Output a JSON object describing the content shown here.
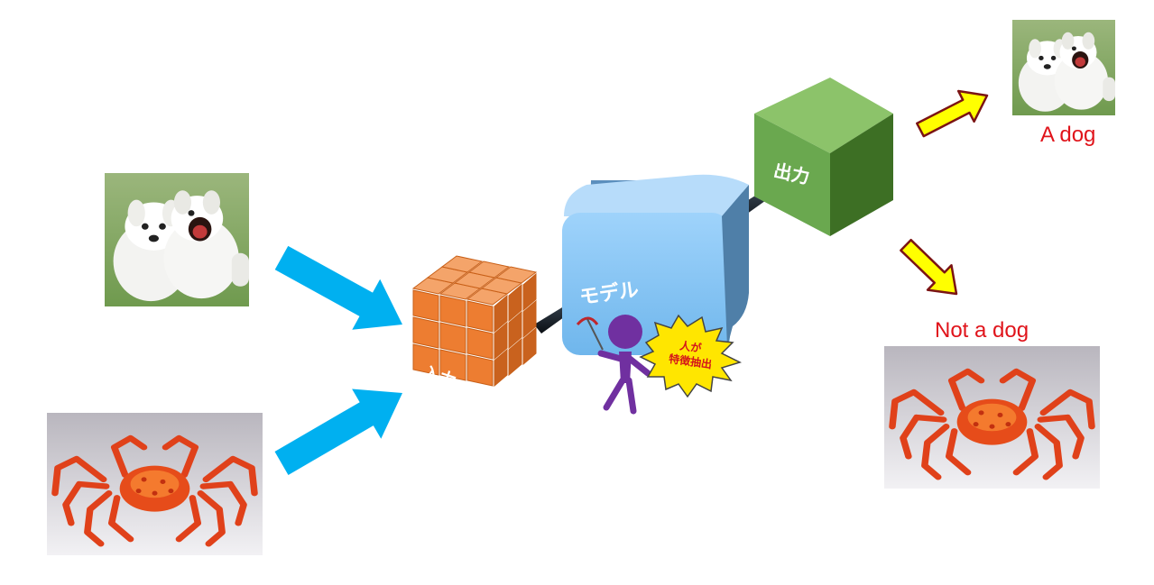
{
  "inputs": [
    {
      "kind": "dog"
    },
    {
      "kind": "crab"
    }
  ],
  "blocks": {
    "input_label": "入力",
    "model_label": "モデル",
    "output_label": "出力"
  },
  "annotation": {
    "line1": "人が",
    "line2": "特徴抽出"
  },
  "outputs": {
    "dog_label": "A dog",
    "crab_label": "Not a dog"
  },
  "colors": {
    "input_arrow": "#00b0f0",
    "input_cube": "#ed7d31",
    "model_block": "#8ec9f5",
    "output_cube": "#70ad47",
    "output_arrow_fill": "#ffff00",
    "output_arrow_stroke": "#7b1414",
    "label_red": "#e0141b",
    "person": "#7030a0",
    "burst": "#ffe600"
  }
}
